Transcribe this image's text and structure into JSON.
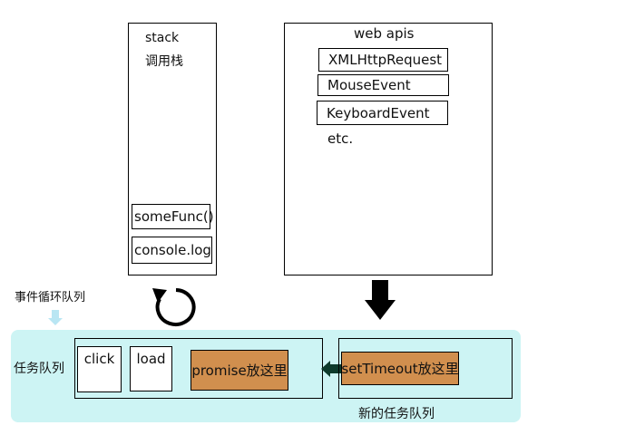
{
  "call_stack": {
    "title": "stack",
    "subtitle": "调用栈",
    "frames": [
      "someFunc()",
      "console.log"
    ]
  },
  "web_apis": {
    "title": "web apis",
    "items": [
      "XMLHttpRequest",
      "MouseEvent",
      "KeyboardEvent"
    ],
    "more": "etc."
  },
  "event_loop_label": "事件循环队列",
  "task_queue": {
    "label": "任务队列",
    "items": [
      "click",
      "load"
    ],
    "promise_label": "promise放这里"
  },
  "new_task_queue": {
    "label": "新的任务队列",
    "settimeout_label": "setTimeout放这里"
  },
  "colors": {
    "queue_background": "#cdf4f4",
    "placeholder_fill": "#d18f4e",
    "light_arrow": "#b9e6f3"
  }
}
